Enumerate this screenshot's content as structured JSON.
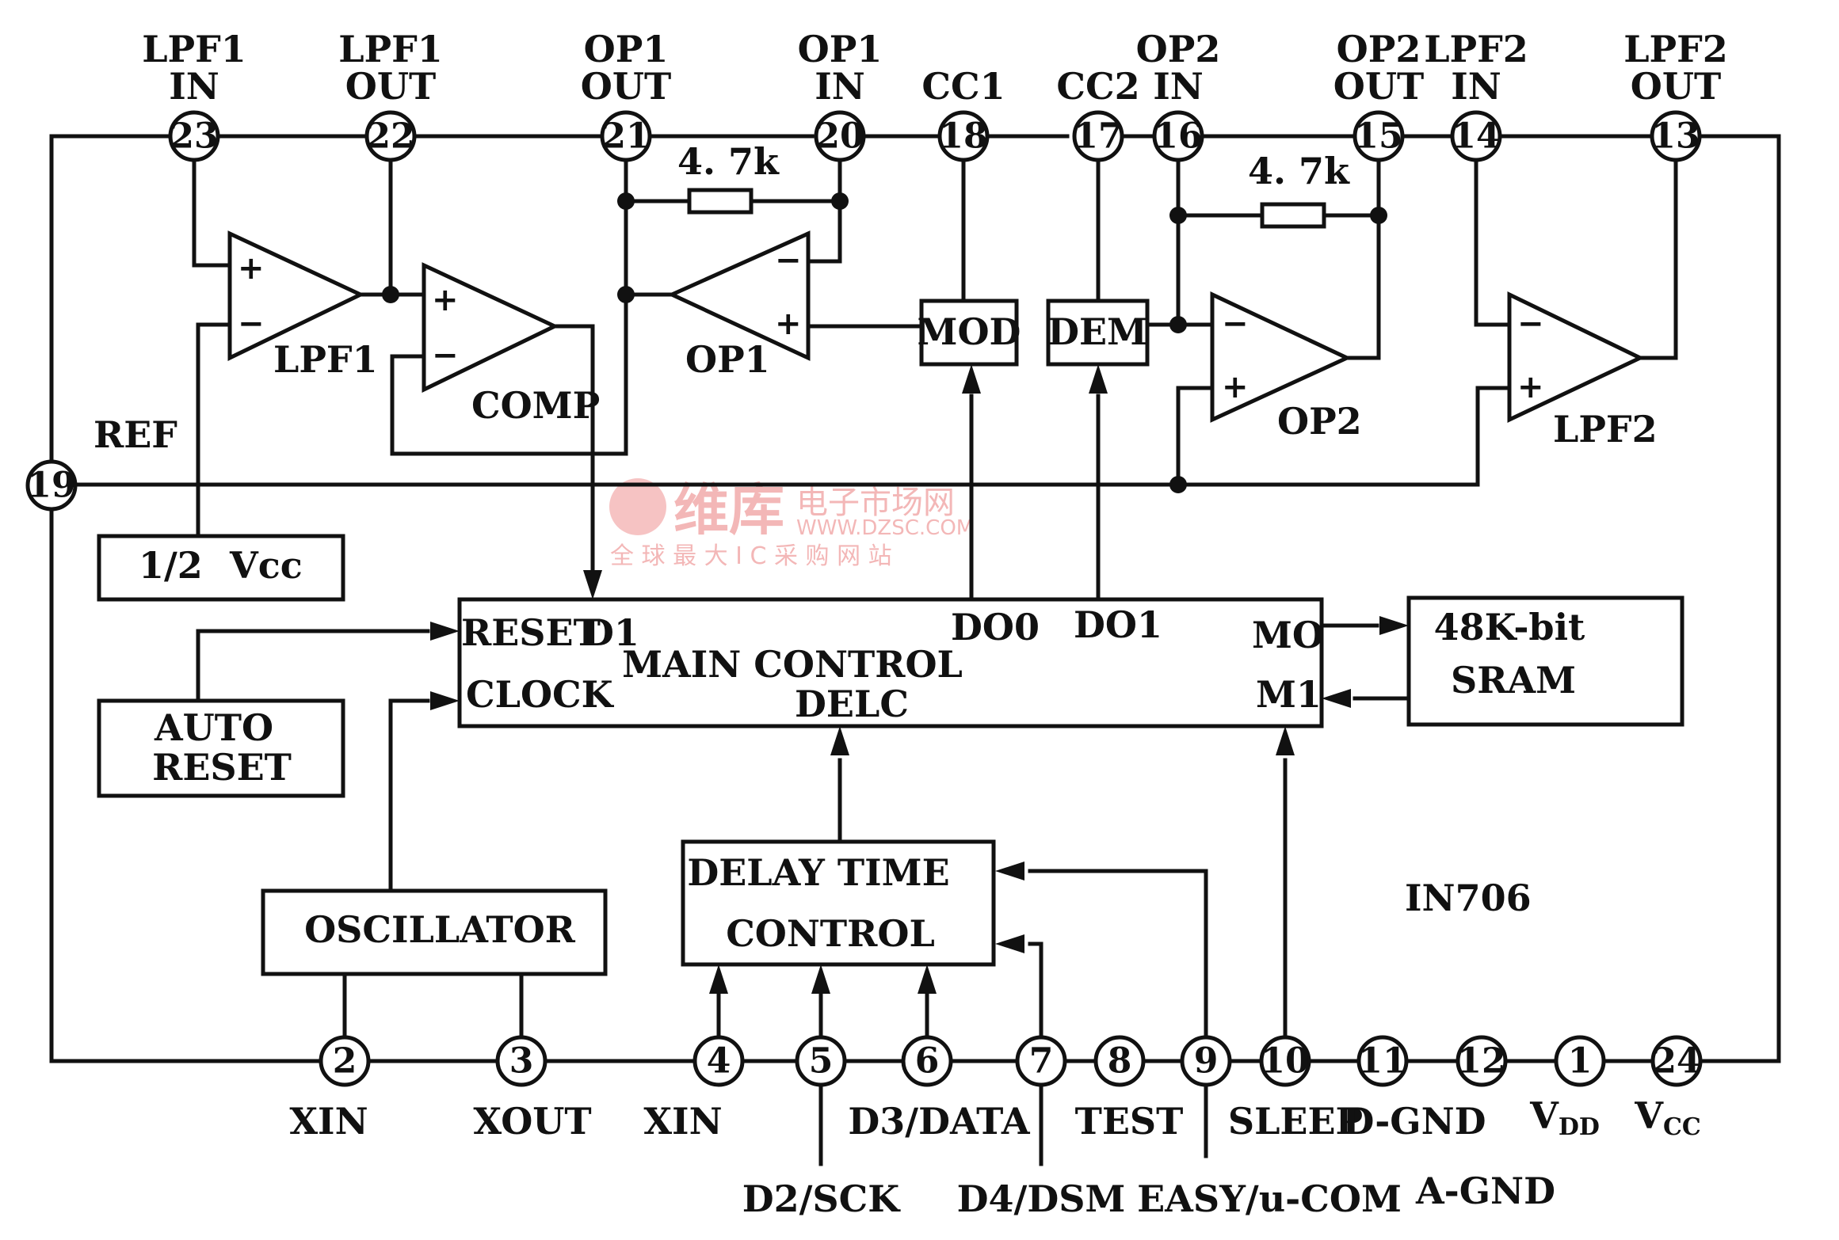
{
  "top_pins": [
    {
      "num": "23",
      "line1": "LPF1",
      "line2": "IN"
    },
    {
      "num": "22",
      "line1": "LPF1",
      "line2": "OUT"
    },
    {
      "num": "21",
      "line1": "OP1",
      "line2": "OUT"
    },
    {
      "num": "20",
      "line1": "OP1",
      "line2": "IN"
    },
    {
      "num": "18",
      "line1": "",
      "line2": "CC1"
    },
    {
      "num": "17",
      "line1": "",
      "line2": "CC2"
    },
    {
      "num": "16",
      "line1": "OP2",
      "line2": "IN"
    },
    {
      "num": "15",
      "line1": "OP2",
      "line2": "OUT"
    },
    {
      "num": "14",
      "line1": "LPF2",
      "line2": "IN"
    },
    {
      "num": "13",
      "line1": "LPF2",
      "line2": "OUT"
    }
  ],
  "left_pin": {
    "num": "19",
    "label": "REF"
  },
  "bottom_pins": [
    {
      "num": "2",
      "label": "XIN"
    },
    {
      "num": "3",
      "label": "XOUT"
    },
    {
      "num": "4",
      "label": "XIN"
    },
    {
      "num": "5",
      "label": "D2/SCK"
    },
    {
      "num": "6",
      "label": "D3/DATA"
    },
    {
      "num": "7",
      "label": "D4/DSM"
    },
    {
      "num": "8",
      "label": "TEST"
    },
    {
      "num": "9",
      "label": "EASY/u-COM"
    },
    {
      "num": "10",
      "label": "SLEEP"
    },
    {
      "num": "11",
      "label": "D-GND"
    },
    {
      "num": "12",
      "label": "A-GND"
    },
    {
      "num": "1",
      "label": "V",
      "sub": "DD"
    },
    {
      "num": "24",
      "label": "V",
      "sub": "CC"
    }
  ],
  "amplifiers": {
    "lpf1": "LPF1",
    "comp": "COMP",
    "op1": "OP1",
    "op2": "OP2",
    "lpf2": "LPF2"
  },
  "resistors": {
    "r1": "4. 7k",
    "r2": "4. 7k"
  },
  "blocks": {
    "mod": "MOD",
    "dem": "DEM",
    "half_vcc_a": "1/2",
    "half_vcc_b": "Vcc",
    "auto_reset_1": "AUTO",
    "auto_reset_2": "RESET",
    "oscillator": "OSCILLATOR",
    "delay_1": "DELAY TIME",
    "delay_2": "CONTROL",
    "sram_1": "48K-bit",
    "sram_2": "SRAM",
    "main_title_1": "MAIN CONTROL",
    "main_title_2": "DELC",
    "main_reset": "RESET",
    "main_d1": "D1",
    "main_clock": "CLOCK",
    "main_do0": "DO0",
    "main_do1": "DO1",
    "main_mo": "MO",
    "main_m1": "M1"
  },
  "chip_name": "IN706",
  "watermark": {
    "brand": "维库",
    "sub1": "电子市场网",
    "url": "WWW.DZSC.COM",
    "tagline": "全 球 最 大 I C 采 购 网 站"
  },
  "colors": {
    "ink": "#111111",
    "watermark": "#e86060"
  }
}
